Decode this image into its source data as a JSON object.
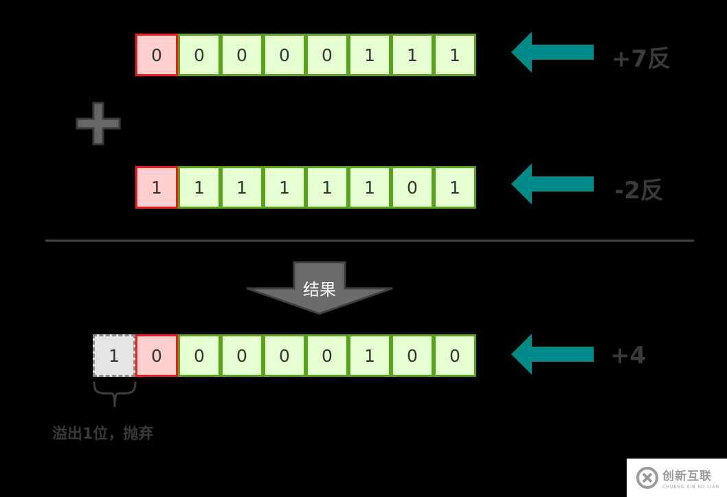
{
  "rows": [
    {
      "bits": [
        "0",
        "0",
        "0",
        "0",
        "0",
        "1",
        "1",
        "1"
      ],
      "label": "+7反"
    },
    {
      "bits": [
        "1",
        "1",
        "1",
        "1",
        "1",
        "1",
        "0",
        "1"
      ],
      "label": "-2反"
    },
    {
      "overflow_bit": "1",
      "bits": [
        "0",
        "0",
        "0",
        "0",
        "0",
        "1",
        "0",
        "0"
      ],
      "label": "+4"
    }
  ],
  "result_label": "结果",
  "overflow_note": "溢出1位，抛弃",
  "watermark": {
    "text": "创新互联",
    "subtext": "CHUANG XIN HU LIAN"
  },
  "colors": {
    "background": "#000000",
    "bit_fill": "#e6ffd1",
    "bit_border": "#5aa21e",
    "sign_fill": "#ffcece",
    "sign_border": "#ee1b1b",
    "arrow": "#008b8b",
    "overflow_fill": "#e5e5e5"
  }
}
